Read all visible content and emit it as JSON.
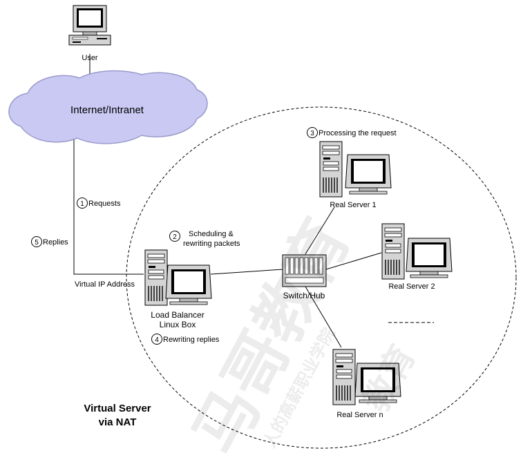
{
  "nodes": {
    "user": "User",
    "cloud": "Internet/Intranet",
    "load_balancer_line1": "Load Balancer",
    "load_balancer_line2": "Linux Box",
    "switch": "Switch/Hub",
    "real_server_1": "Real Server 1",
    "real_server_2": "Real Server 2",
    "real_server_n": "Real Server n",
    "vip": "Virtual IP Address"
  },
  "steps": [
    {
      "num": "1",
      "label": "Requests"
    },
    {
      "num": "2",
      "label_line1": "Scheduling &",
      "label_line2": "rewriting packets"
    },
    {
      "num": "3",
      "label": "Processing the request"
    },
    {
      "num": "4",
      "label": "Rewriting replies"
    },
    {
      "num": "5",
      "label": "Replies"
    }
  ],
  "caption": {
    "line1": "Virtual Server",
    "line2": "via NAT"
  },
  "watermark": {
    "large": "马哥教育",
    "small": "人的高薪职业学院",
    "small2": "教育"
  },
  "colors": {
    "cloud": "#c9c9f3",
    "cloud_stroke": "#9a9acc",
    "line": "#000000",
    "watermark": "#000000"
  }
}
